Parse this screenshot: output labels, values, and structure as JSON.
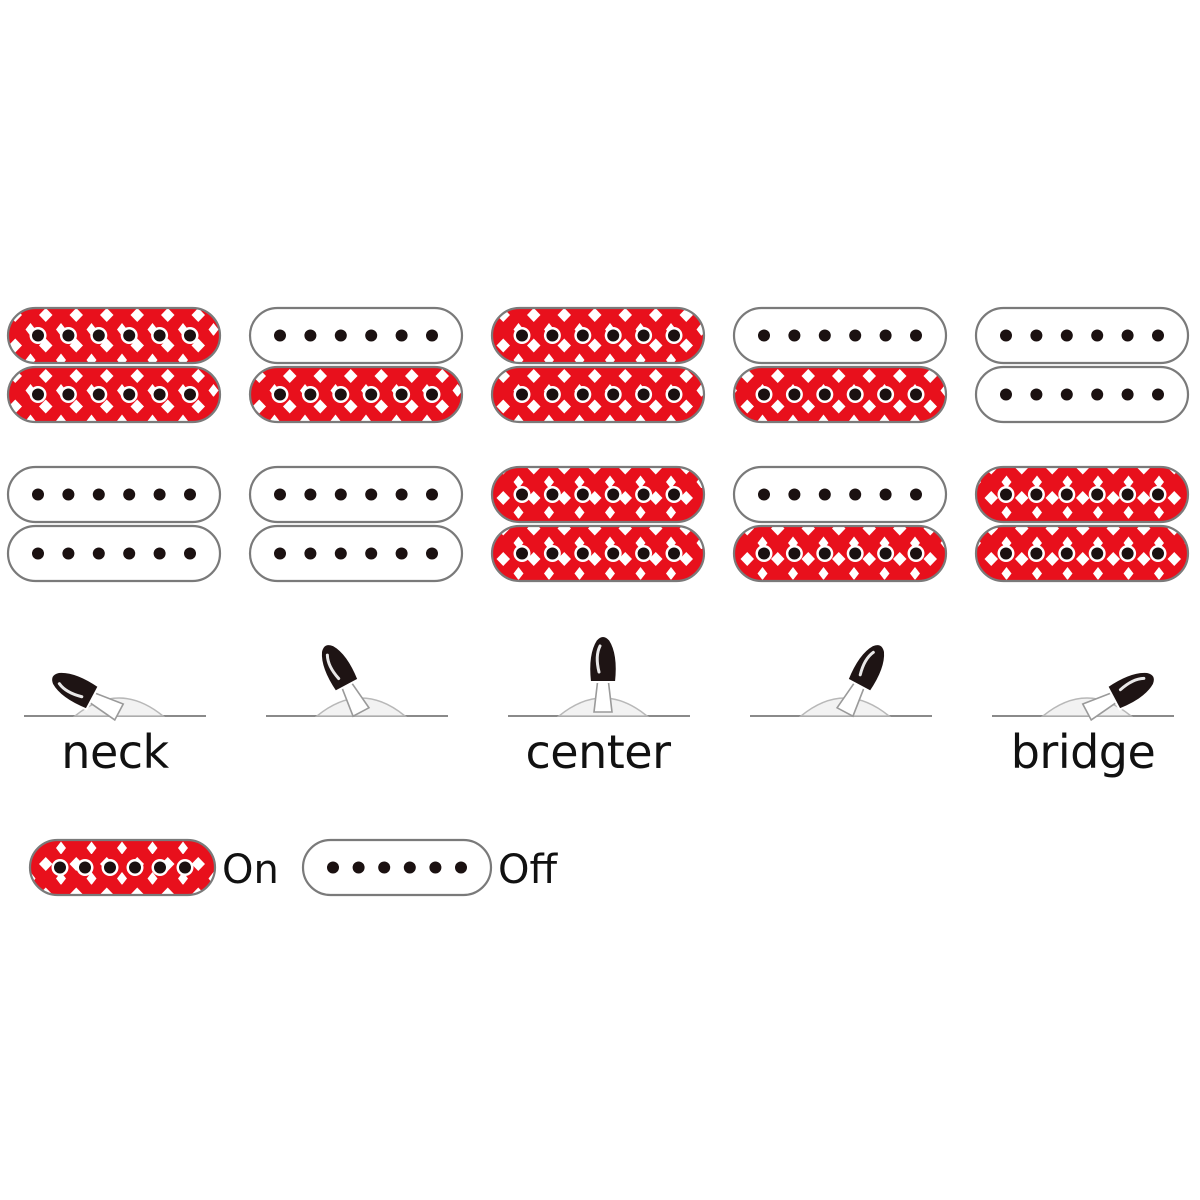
{
  "colors": {
    "on_fill": "#e8101c",
    "off_fill": "#ffffff",
    "outline": "#7a7a7a",
    "pole": "#1b1111",
    "lever": "#1e1414"
  },
  "positions": [
    {
      "label": "neck",
      "bottom_humbucker": [
        "on",
        "on"
      ],
      "top_humbucker": [
        "off",
        "off"
      ],
      "lever": "far-left"
    },
    {
      "label": "",
      "bottom_humbucker": [
        "off",
        "on"
      ],
      "top_humbucker": [
        "off",
        "off"
      ],
      "lever": "left"
    },
    {
      "label": "center",
      "bottom_humbucker": [
        "on",
        "on"
      ],
      "top_humbucker": [
        "on",
        "on"
      ],
      "lever": "center"
    },
    {
      "label": "",
      "bottom_humbucker": [
        "off",
        "on"
      ],
      "top_humbucker": [
        "off",
        "on"
      ],
      "lever": "right"
    },
    {
      "label": "bridge",
      "bottom_humbucker": [
        "off",
        "off"
      ],
      "top_humbucker": [
        "on",
        "on"
      ],
      "lever": "far-right"
    }
  ],
  "legend": {
    "on_label": "On",
    "off_label": "Off"
  }
}
